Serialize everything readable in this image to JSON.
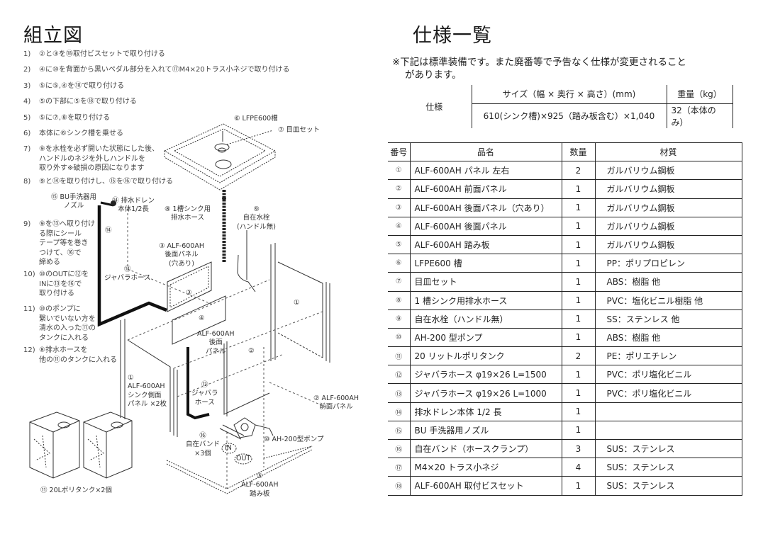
{
  "assembly": {
    "title": "組立図",
    "steps": [
      {
        "num": "1)",
        "text": "②と③を⑱取付ビスセットで取り付ける"
      },
      {
        "num": "2)",
        "text": "④に⑩を背面から黒いペダル部分を入れて⑰M4×20トラス小ネジで取り付ける"
      },
      {
        "num": "3)",
        "text": "⑤に⑤,④を⑱で取り付ける"
      },
      {
        "num": "4)",
        "text": "⑤の下部に⑤を⑱で取り付ける"
      },
      {
        "num": "5)",
        "text": "⑤に⑦,⑧を取り付ける"
      },
      {
        "num": "6)",
        "text": "本体に⑥シンク槽を乗せる"
      },
      {
        "num": "7)",
        "text": "⑨を水栓を必ず開いた状態にした後、",
        "sub": [
          "ハンドルのネジを外しハンドルを",
          "取り外す※破損の原因になります"
        ]
      },
      {
        "num": "8)",
        "text": "⑨と⑭を取り付けし、⑮を⑯で取り付ける"
      },
      {
        "num": "9)",
        "text": "⑨を⑬へ取り付け",
        "sub": [
          "る際にシール",
          "テープ等を巻き",
          "つけて、⑯で",
          "締める"
        ]
      },
      {
        "num": "10)",
        "text": "⑩のOUTに⑫を",
        "sub": [
          "INに⑬を⑯で",
          "取り付ける"
        ]
      },
      {
        "num": "11)",
        "text": "⑩のポンプに",
        "sub": [
          "繋いでいない方を",
          "清水の入った⑪の",
          "タンクに入れる"
        ]
      },
      {
        "num": "12)",
        "text": "⑧排水ホースを",
        "sub": [
          "他の⑪のタンクに入れる"
        ]
      }
    ],
    "labels": {
      "sink": "⑥ LFPE600槽",
      "drain_set": "⑦ 目皿セット",
      "nozzle": [
        "⑮ BU手洗器用",
        "ノズル"
      ],
      "drain_plug": [
        "⑭ 排水ドレン",
        "本体1/2長"
      ],
      "drain_hose": [
        "⑧ 1槽シンク用",
        "排水ホース"
      ],
      "faucet": [
        "⑨",
        "自在水栓",
        "(ハンドル無)"
      ],
      "back_panel_hole": [
        "③ ALF-600AH",
        "後面パネル",
        "(穴あり)"
      ],
      "bellows_1500": [
        "⑫",
        "ジャバラホース"
      ],
      "marker_14": "⑭",
      "marker_3": "③",
      "marker_4": "④",
      "marker_1": "①",
      "marker_2": "②",
      "back_panel": [
        "ALF-600AH",
        "後面",
        "パネル"
      ],
      "side_panel": [
        "①",
        "ALF-600AH",
        "シンク側面",
        "パネル ×2枚"
      ],
      "bellows_1000": [
        "⑬",
        "ジャバラ",
        "ホース"
      ],
      "front_panel": [
        "② ALF-600AH",
        "前面パネル"
      ],
      "band": [
        "⑯",
        "自在バンド",
        "×3個"
      ],
      "in": "IN",
      "out": "OUT",
      "pump": "⑩ AH-200型ポンプ",
      "step_board": [
        "⑤",
        "ALF-600AH",
        "踏み板"
      ],
      "tank": "⑪ 20Lポリタンク×2個"
    }
  },
  "spec": {
    "title": "仕様一覧",
    "note_line1": "※下記は標準装備です。また廃番等で予告なく仕様が変更されること",
    "note_line2": "があります。",
    "label": "仕様",
    "size_header": "サイズ（幅 × 奥行 × 高さ）(mm)",
    "weight_header": "重量（kg）",
    "size_value": "610(シンク槽)×925（踏み板含む）×1,040",
    "weight_value": "32（本体のみ）"
  },
  "parts": {
    "headers": {
      "no": "番号",
      "name": "品名",
      "qty": "数量",
      "mat": "材質"
    },
    "rows": [
      {
        "no": "①",
        "name": "ALF-600AH パネル 左右",
        "qty": "2",
        "mat": "ガルバリウム鋼板"
      },
      {
        "no": "②",
        "name": "ALF-600AH 前面パネル",
        "qty": "1",
        "mat": "ガルバリウム鋼板"
      },
      {
        "no": "③",
        "name": "ALF-600AH 後面パネル（穴あり）",
        "qty": "1",
        "mat": "ガルバリウム鋼板"
      },
      {
        "no": "④",
        "name": "ALF-600AH 後面パネル",
        "qty": "1",
        "mat": "ガルバリウム鋼板"
      },
      {
        "no": "⑤",
        "name": "ALF-600AH 踏み板",
        "qty": "1",
        "mat": "ガルバリウム鋼板"
      },
      {
        "no": "⑥",
        "name": "LFPE600 槽",
        "qty": "1",
        "mat": "PP：ポリプロピレン"
      },
      {
        "no": "⑦",
        "name": "目皿セット",
        "qty": "1",
        "mat": "ABS：樹脂 他"
      },
      {
        "no": "⑧",
        "name": "1 槽シンク用排水ホース",
        "qty": "1",
        "mat": "PVC：塩化ビニル樹脂 他"
      },
      {
        "no": "⑨",
        "name": "自在水栓（ハンドル無）",
        "qty": "1",
        "mat": "SS：ステンレス 他"
      },
      {
        "no": "⑩",
        "name": "AH-200 型ポンプ",
        "qty": "1",
        "mat": "ABS：樹脂 他"
      },
      {
        "no": "⑪",
        "name": "20 リットルポリタンク",
        "qty": "2",
        "mat": "PE：ポリエチレン"
      },
      {
        "no": "⑫",
        "name": "ジャバラホース φ19×26 L=1500",
        "qty": "1",
        "mat": "PVC：ポリ塩化ビニル"
      },
      {
        "no": "⑬",
        "name": "ジャバラホース φ19×26 L=1000",
        "qty": "1",
        "mat": "PVC：ポリ塩化ビニル"
      },
      {
        "no": "⑭",
        "name": "排水ドレン本体 1/2 長",
        "qty": "1",
        "mat": ""
      },
      {
        "no": "⑮",
        "name": "BU 手洗器用ノズル",
        "qty": "1",
        "mat": ""
      },
      {
        "no": "⑯",
        "name": "自在バンド（ホースクランプ）",
        "qty": "3",
        "mat": "SUS：ステンレス"
      },
      {
        "no": "⑰",
        "name": "M4×20 トラス小ネジ",
        "qty": "4",
        "mat": "SUS：ステンレス"
      },
      {
        "no": "⑱",
        "name": "ALF-600AH 取付ビスセット",
        "qty": "1",
        "mat": "SUS：ステンレス"
      }
    ]
  }
}
